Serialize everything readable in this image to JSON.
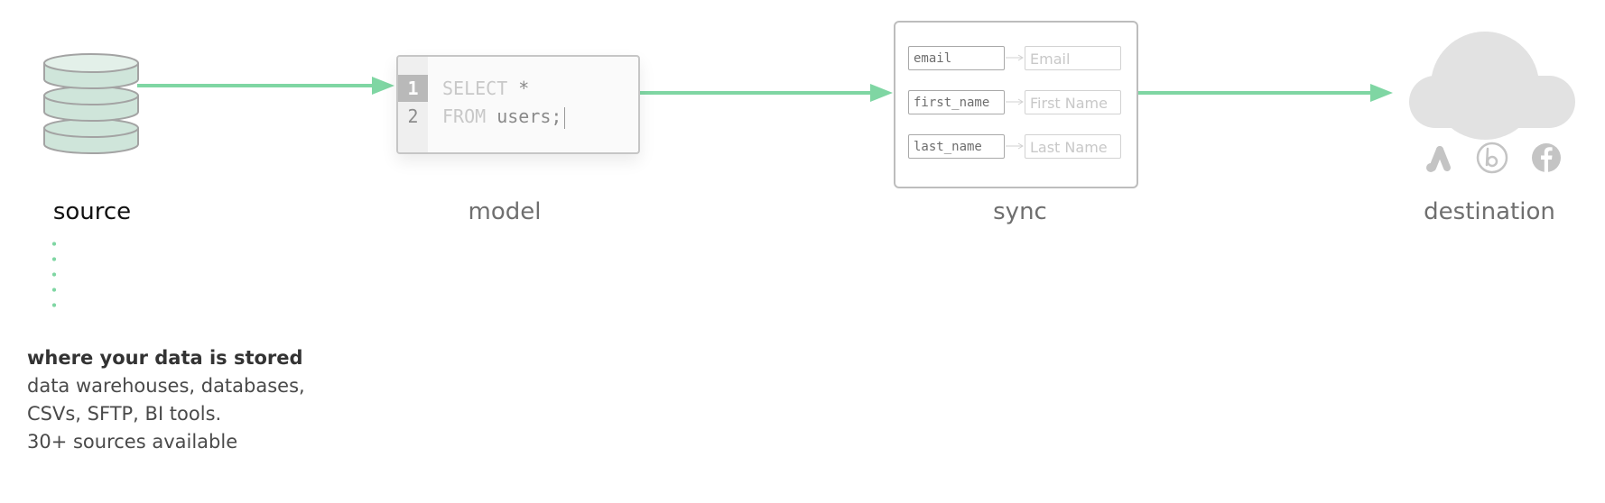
{
  "stages": {
    "source": "source",
    "model": "model",
    "sync": "sync",
    "destination": "destination"
  },
  "model_editor": {
    "lines": [
      {
        "number": "1",
        "keyword": "SELECT",
        "rest": " *"
      },
      {
        "number": "2",
        "keyword": "FROM",
        "rest": " users;"
      }
    ]
  },
  "sync_mappings": [
    {
      "source": "email",
      "destination": "Email"
    },
    {
      "source": "first_name",
      "destination": "First Name"
    },
    {
      "source": "last_name",
      "destination": "Last Name"
    }
  ],
  "destination_icons": [
    "google-ads-icon",
    "braze-icon",
    "facebook-icon"
  ],
  "source_description": {
    "title": "where your data is stored",
    "line1": "data warehouses, databases,",
    "line2": "CSVs, SFTP, BI tools.",
    "line3": "30+ sources available"
  },
  "colors": {
    "accent_green": "#7fd6a3",
    "db_fill": "#cfe5da",
    "cloud": "#e2e2e2",
    "icon_gray": "#c4c4c4"
  }
}
